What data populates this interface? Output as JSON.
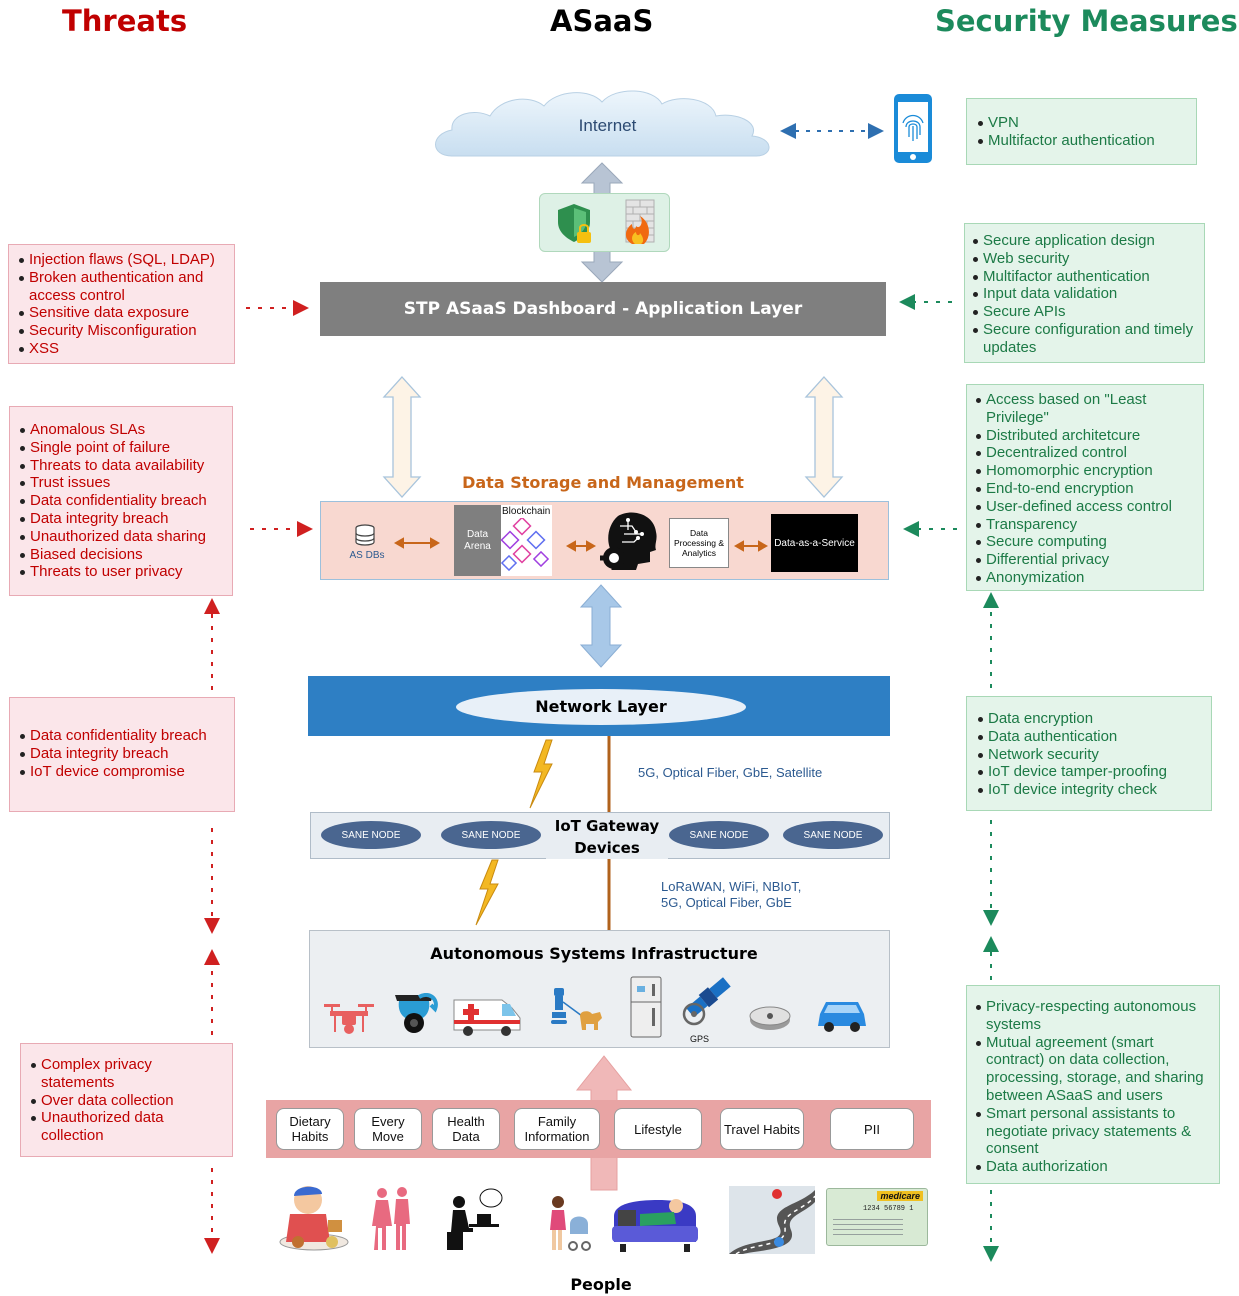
{
  "headers": {
    "threats": "Threats",
    "center": "ASaaS",
    "measures": "Security Measures"
  },
  "internet": "Internet",
  "app_layer": {
    "title": "STP ASaaS Dashboard - Application Layer"
  },
  "data_storage": {
    "title": "Data Storage and Management",
    "as_dbs": "AS DBs",
    "data_arena": "Data Arena",
    "blockchain": "Blockchain",
    "processing": "Data Processing & Analytics",
    "daas": "Data-as-a-Service"
  },
  "network_layer": {
    "title": "Network Layer",
    "tech": "5G, Optical Fiber, GbE, Satellite"
  },
  "iot_gateway": {
    "title": "IoT Gateway Devices",
    "node_label": "SANE NODE",
    "tech": "LoRaWAN, WiFi, NBIoT, 5G, Optical Fiber, GbE"
  },
  "asi": {
    "title": "Autonomous Systems Infrastructure",
    "gps": "GPS"
  },
  "data_categories": [
    "Dietary Habits",
    "Every Move",
    "Health Data",
    "Family Information",
    "Lifestyle",
    "Travel Habits",
    "PII"
  ],
  "people": "People",
  "threats": {
    "app": [
      "Injection flaws (SQL, LDAP)",
      "Broken authentication and access control",
      "Sensitive data exposure",
      "Security Misconfiguration",
      "XSS"
    ],
    "storage": [
      "Anomalous SLAs",
      "Single point of failure",
      "Threats to data availability",
      "Trust issues",
      "Data confidentiality breach",
      "Data integrity breach",
      "Unauthorized data sharing",
      "Biased decisions",
      "Threats to user privacy"
    ],
    "network": [
      "Data confidentiality breach",
      "Data integrity breach",
      "IoT device compromise"
    ],
    "people": [
      "Complex privacy statements",
      "Over data collection",
      "Unauthorized data collection"
    ]
  },
  "measures": {
    "internet": [
      "VPN",
      "Multifactor authentication"
    ],
    "app": [
      "Secure application design",
      "Web security",
      "Multifactor authentication",
      "Input data validation",
      "Secure APIs",
      "Secure configuration and timely updates"
    ],
    "storage": [
      "Access based on \"Least Privilege\"",
      "Distributed architetcure",
      "Decentralized control",
      "Homomorphic encryption",
      "End-to-end encryption",
      "User-defined access control",
      "Transparency",
      "Secure computing",
      "Differential privacy",
      "Anonymization"
    ],
    "network": [
      "Data encryption",
      "Data authentication",
      "Network security",
      "IoT device tamper-proofing",
      "IoT device integrity check"
    ],
    "people": [
      "Privacy-respecting autonomous systems",
      "Mutual agreement (smart contract) on data collection, processing, storage, and sharing between ASaaS and users",
      "Smart personal assistants to negotiate privacy statements & consent",
      "Data authorization"
    ]
  },
  "medicare_card": {
    "brand": "medicare",
    "number": "1234 56789 1"
  },
  "colors": {
    "threat": "#c00000",
    "measure": "#1c7a46",
    "app_layer": "#7f7f7f",
    "network": "#2e7fc4",
    "storage_title": "#c8661a"
  }
}
